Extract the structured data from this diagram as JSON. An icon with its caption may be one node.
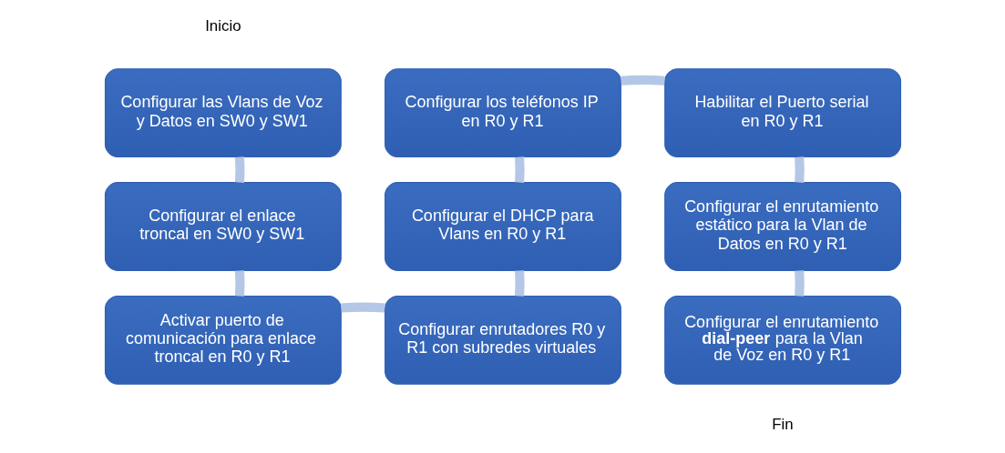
{
  "diagram": {
    "nodes": [
      {
        "text": [
          "Configurar las Vlans de Voz y Datos en SW0 y SW1"
        ]
      },
      {
        "text": [
          "Configurar el enlace troncal en SW0 y SW1"
        ]
      },
      {
        "text": [
          "Activar puerto de comunicación para enlace troncal en R0 y R1"
        ]
      },
      {
        "text": [
          "Configurar enrutadores R0 y R1 con subredes virtuales"
        ]
      },
      {
        "text": [
          "Configurar el DHCP para Vlans en R0 y R1"
        ]
      },
      {
        "text": [
          "Configurar los teléfonos IP en R0 y R1"
        ]
      },
      {
        "text": [
          "Habilitar el Puerto serial en R0 y R1"
        ]
      },
      {
        "text": [
          "Configurar el enrutamiento estático para la Vlan de Datos en R0 y R1"
        ]
      },
      {
        "text": [
          "Configurar el enrutamiento **dial-peer** para la Vlan de Voz en R0 y R1"
        ]
      }
    ],
    "edges": [
      {
        "from": 0,
        "to": 1,
        "arrow": "none"
      },
      {
        "from": 1,
        "to": 2,
        "arrow": "none"
      },
      {
        "from": 2,
        "to": 3,
        "arrow": "none"
      },
      {
        "from": 3,
        "to": 4,
        "arrow": "none"
      },
      {
        "from": 4,
        "to": 5,
        "arrow": "none"
      },
      {
        "from": 5,
        "to": 6,
        "arrow": "none"
      },
      {
        "from": 6,
        "to": 7,
        "arrow": "none"
      },
      {
        "from": 7,
        "to": 8,
        "arrow": "none"
      }
    ],
    "labels": [
      "Inicio",
      "Fin"
    ]
  }
}
